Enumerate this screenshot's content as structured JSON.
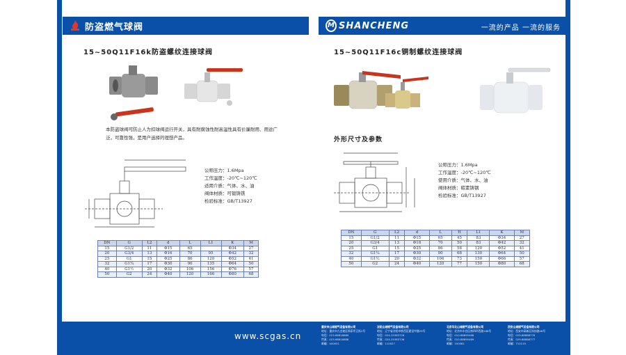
{
  "colors": {
    "brand_blue": "#0a4fa8",
    "header_text": "#ffffff",
    "handle_red": "#c8341c",
    "table_header": "#c9d6ee",
    "table_border": "#6a7fb0"
  },
  "left_page": {
    "header_title": "防盗燃气球阀",
    "section_title": "15~50Q11F16k防盗螺纹连接球阀",
    "description": "本防盗球阀可防止人为扣球阀运行开关，具有耐腐蚀性耐高温性具有价廉耐用、用途广泛，可靠性强，是用户选择的理想产品。",
    "specs": [
      "公称压力：1.6Mpa",
      "工作温度：-20℃~120℃",
      "适用介质：气体、水、油",
      "阀体材质：可锻铸铁",
      "检验标准：GB/T13927"
    ],
    "table": {
      "headers": [
        "DN",
        "G",
        "L2",
        "d",
        "L",
        "L1",
        "K",
        "M"
      ],
      "rows": [
        [
          "15",
          "G1/2",
          "11",
          "Φ15",
          "65",
          "",
          "Φ34",
          "27"
        ],
        [
          "20",
          "G3/4",
          "13",
          "Φ16",
          "70",
          "95",
          "Φ42",
          "32"
        ],
        [
          "25",
          "G1",
          "15",
          "Φ25",
          "86",
          "120",
          "Φ52",
          "41"
        ],
        [
          "32",
          "G1¼",
          "17",
          "Φ30",
          "90",
          "135",
          "Φ64",
          "50"
        ],
        [
          "40",
          "G1½",
          "20",
          "Φ32",
          "106",
          "156",
          "Φ76",
          "57"
        ],
        [
          "50",
          "G2",
          "24",
          "Φ40",
          "120",
          "166",
          "Φ80",
          "68"
        ]
      ]
    }
  },
  "right_page": {
    "brand": "SHANCHENG",
    "brand_mark": "M",
    "slogan": "一流的产品  一流的服务",
    "section_title": "15~50Q11F16c铜制螺纹连接球阀",
    "dims_heading": "外形尺寸及参数",
    "specs": [
      "公称压力：1.6Mpa",
      "工作温度：-20℃~120℃",
      "使用介质：气体、水、油",
      "阀体材质：碳素铸钢",
      "检验标准：GB/T13927"
    ],
    "table": {
      "headers": [
        "DN",
        "G",
        "L2",
        "d",
        "L",
        "H",
        "L1",
        "K",
        "M"
      ],
      "rows": [
        [
          "15",
          "G1/2",
          "11",
          "Φ15",
          "65",
          "45",
          "83",
          "Φ34",
          "27"
        ],
        [
          "20",
          "G3/4",
          "13",
          "Φ18",
          "70",
          "50",
          "83",
          "Φ42",
          "32"
        ],
        [
          "25",
          "G1",
          "15",
          "Φ25",
          "86",
          "58",
          "120",
          "Φ52",
          "41"
        ],
        [
          "32",
          "G1¼",
          "17",
          "Φ30",
          "90",
          "68",
          "130",
          "Φ64",
          "50"
        ],
        [
          "40",
          "G1½",
          "20",
          "Φ32",
          "106",
          "73",
          "150",
          "Φ66",
          "57"
        ],
        [
          "50",
          "G2",
          "24",
          "Φ40",
          "120",
          "77",
          "150",
          "Φ80",
          "68"
        ]
      ]
    }
  },
  "footer": {
    "url": "www.scgas.cn",
    "offices": [
      {
        "name": "重庆市山城燃气设备有限公司",
        "line1": "地址：重庆市九龙坡区杨家坪正街2号",
        "line2": "电话：023-68818889",
        "line3": "传真：023-68818888",
        "line4": "邮编：400031"
      },
      {
        "name": "沈阳山城燃气设备有限公司",
        "line1": "地址：辽宁省沈阳市铁西区建设中路29号",
        "line2": "电话：024-25383726",
        "line3": "传真：024-25383736",
        "line4": "邮编：110027"
      },
      {
        "name": "北京华北山城燃气设备有限公司",
        "line1": "地址：北京市丰台区南四环西路188号",
        "line2": "电话：010-88895468",
        "line3": "传真：010-88895469",
        "line4": "邮编：100081"
      },
      {
        "name": "西安山城燃气设备有限公司",
        "line1": "地址：西安市高新区科技路48号",
        "line2": "电话：029-88888776",
        "line3": "传真：029-88888777",
        "line4": "邮编：710119"
      }
    ]
  }
}
